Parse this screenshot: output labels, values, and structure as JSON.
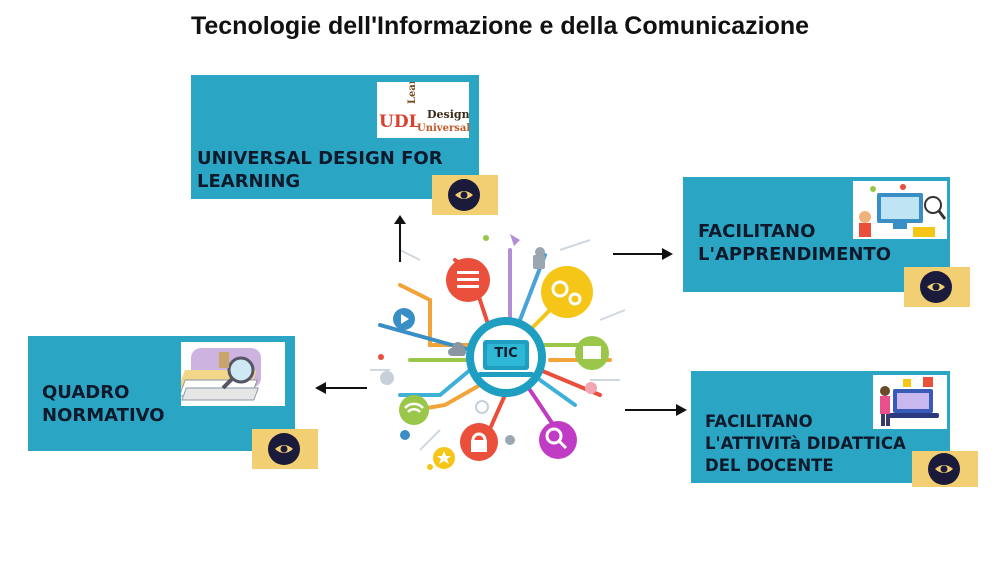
{
  "title": "Tecnologie dell'Informazione e della Comunicazione",
  "hub": {
    "label": "TIC"
  },
  "cards": {
    "udl": {
      "label": "UNIVERSAL DESIGN FOR\nLEARNING",
      "image_icon": "udl-word-cloud-image"
    },
    "apprendimento": {
      "label": "FACILITANO\nL'APPRENDIMENTO",
      "image_icon": "learning-illustration-image"
    },
    "normativo": {
      "label": "QUADRO\nNORMATIVO",
      "image_icon": "documents-magnifier-image"
    },
    "docente": {
      "label": "FACILITANO\nL'ATTIVITà DIDATTICA\nDEL DOCENTE",
      "image_icon": "teacher-laptop-image"
    }
  },
  "thumb_words": {
    "udl": "UDL",
    "design": "Design",
    "universal": "Universal",
    "learning": "Learning"
  },
  "colors": {
    "card": "#2aa6c4",
    "eye_button": "#f2cf72",
    "eye": "#1a1a3a",
    "hub": "#1e9ec0"
  },
  "eye_button_icon": "eye-icon"
}
